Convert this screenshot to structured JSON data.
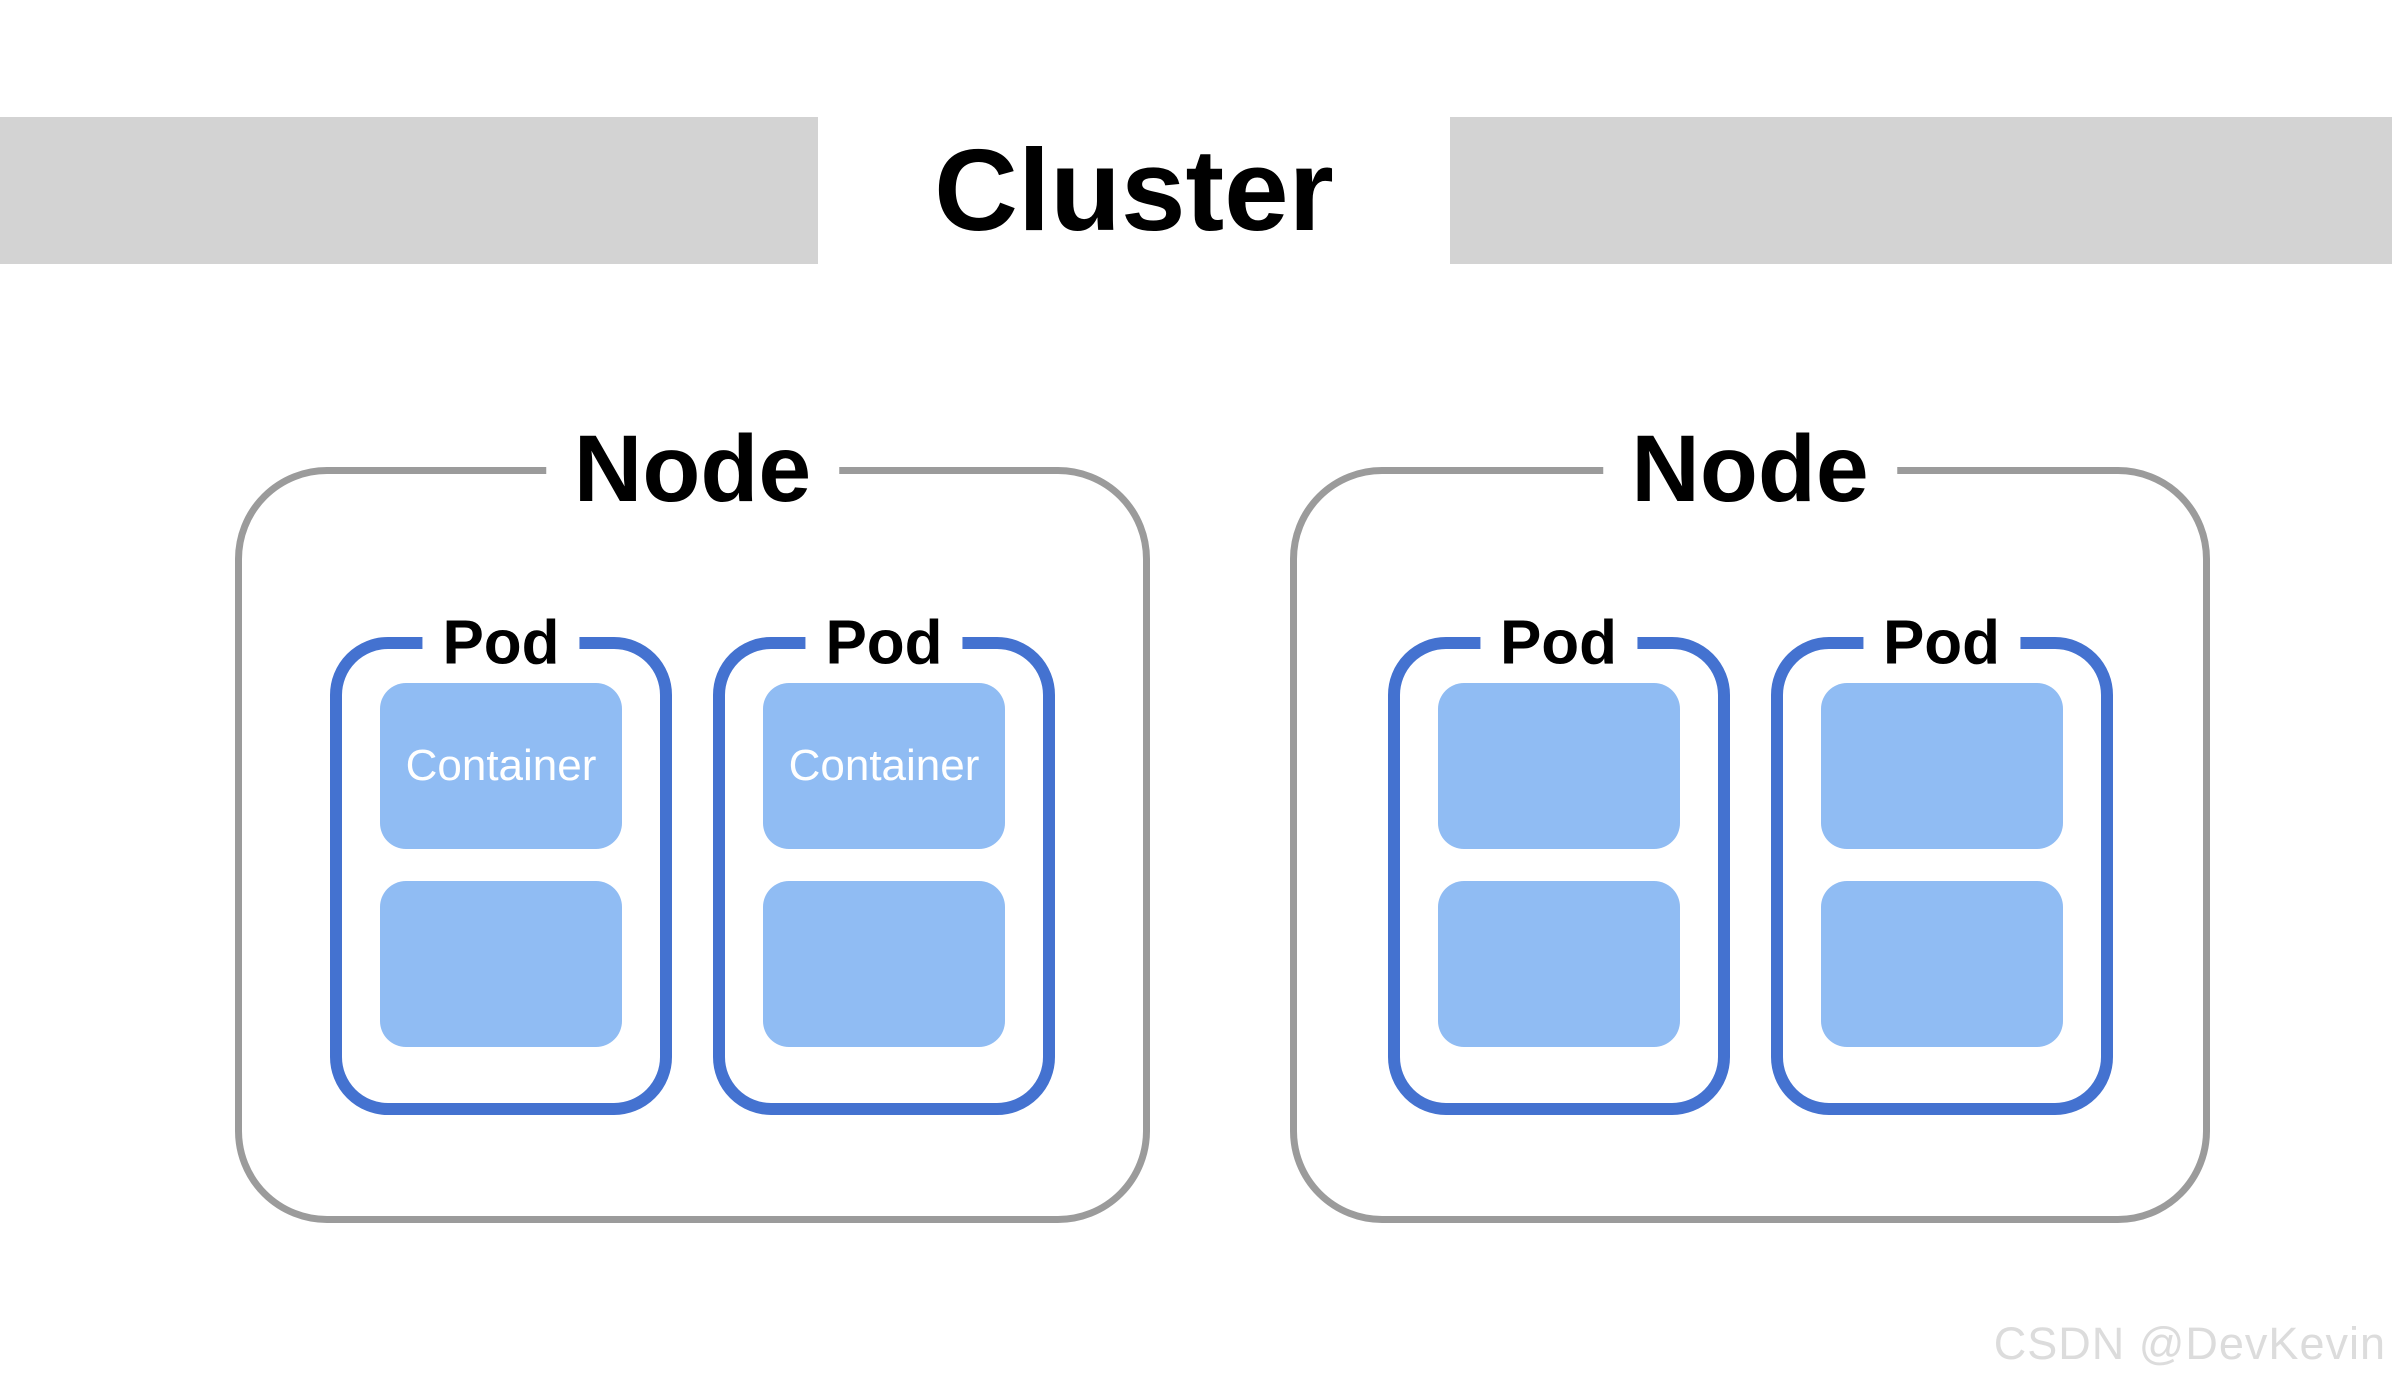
{
  "diagram": {
    "title": "Cluster",
    "watermark": "CSDN @DevKevin",
    "colors": {
      "band": "#d3d3d3",
      "node_border": "#9b9b9b",
      "pod_border": "#4472d0",
      "container_fill": "#90bcf3",
      "container_text": "#ffffff",
      "watermark_text": "#dcdcdc"
    },
    "nodes": [
      {
        "label": "Node",
        "pods": [
          {
            "label": "Pod",
            "containers": [
              {
                "label": "Container"
              },
              {
                "label": ""
              }
            ]
          },
          {
            "label": "Pod",
            "containers": [
              {
                "label": "Container"
              },
              {
                "label": ""
              }
            ]
          }
        ]
      },
      {
        "label": "Node",
        "pods": [
          {
            "label": "Pod",
            "containers": [
              {
                "label": ""
              },
              {
                "label": ""
              }
            ]
          },
          {
            "label": "Pod",
            "containers": [
              {
                "label": ""
              },
              {
                "label": ""
              }
            ]
          }
        ]
      }
    ]
  }
}
